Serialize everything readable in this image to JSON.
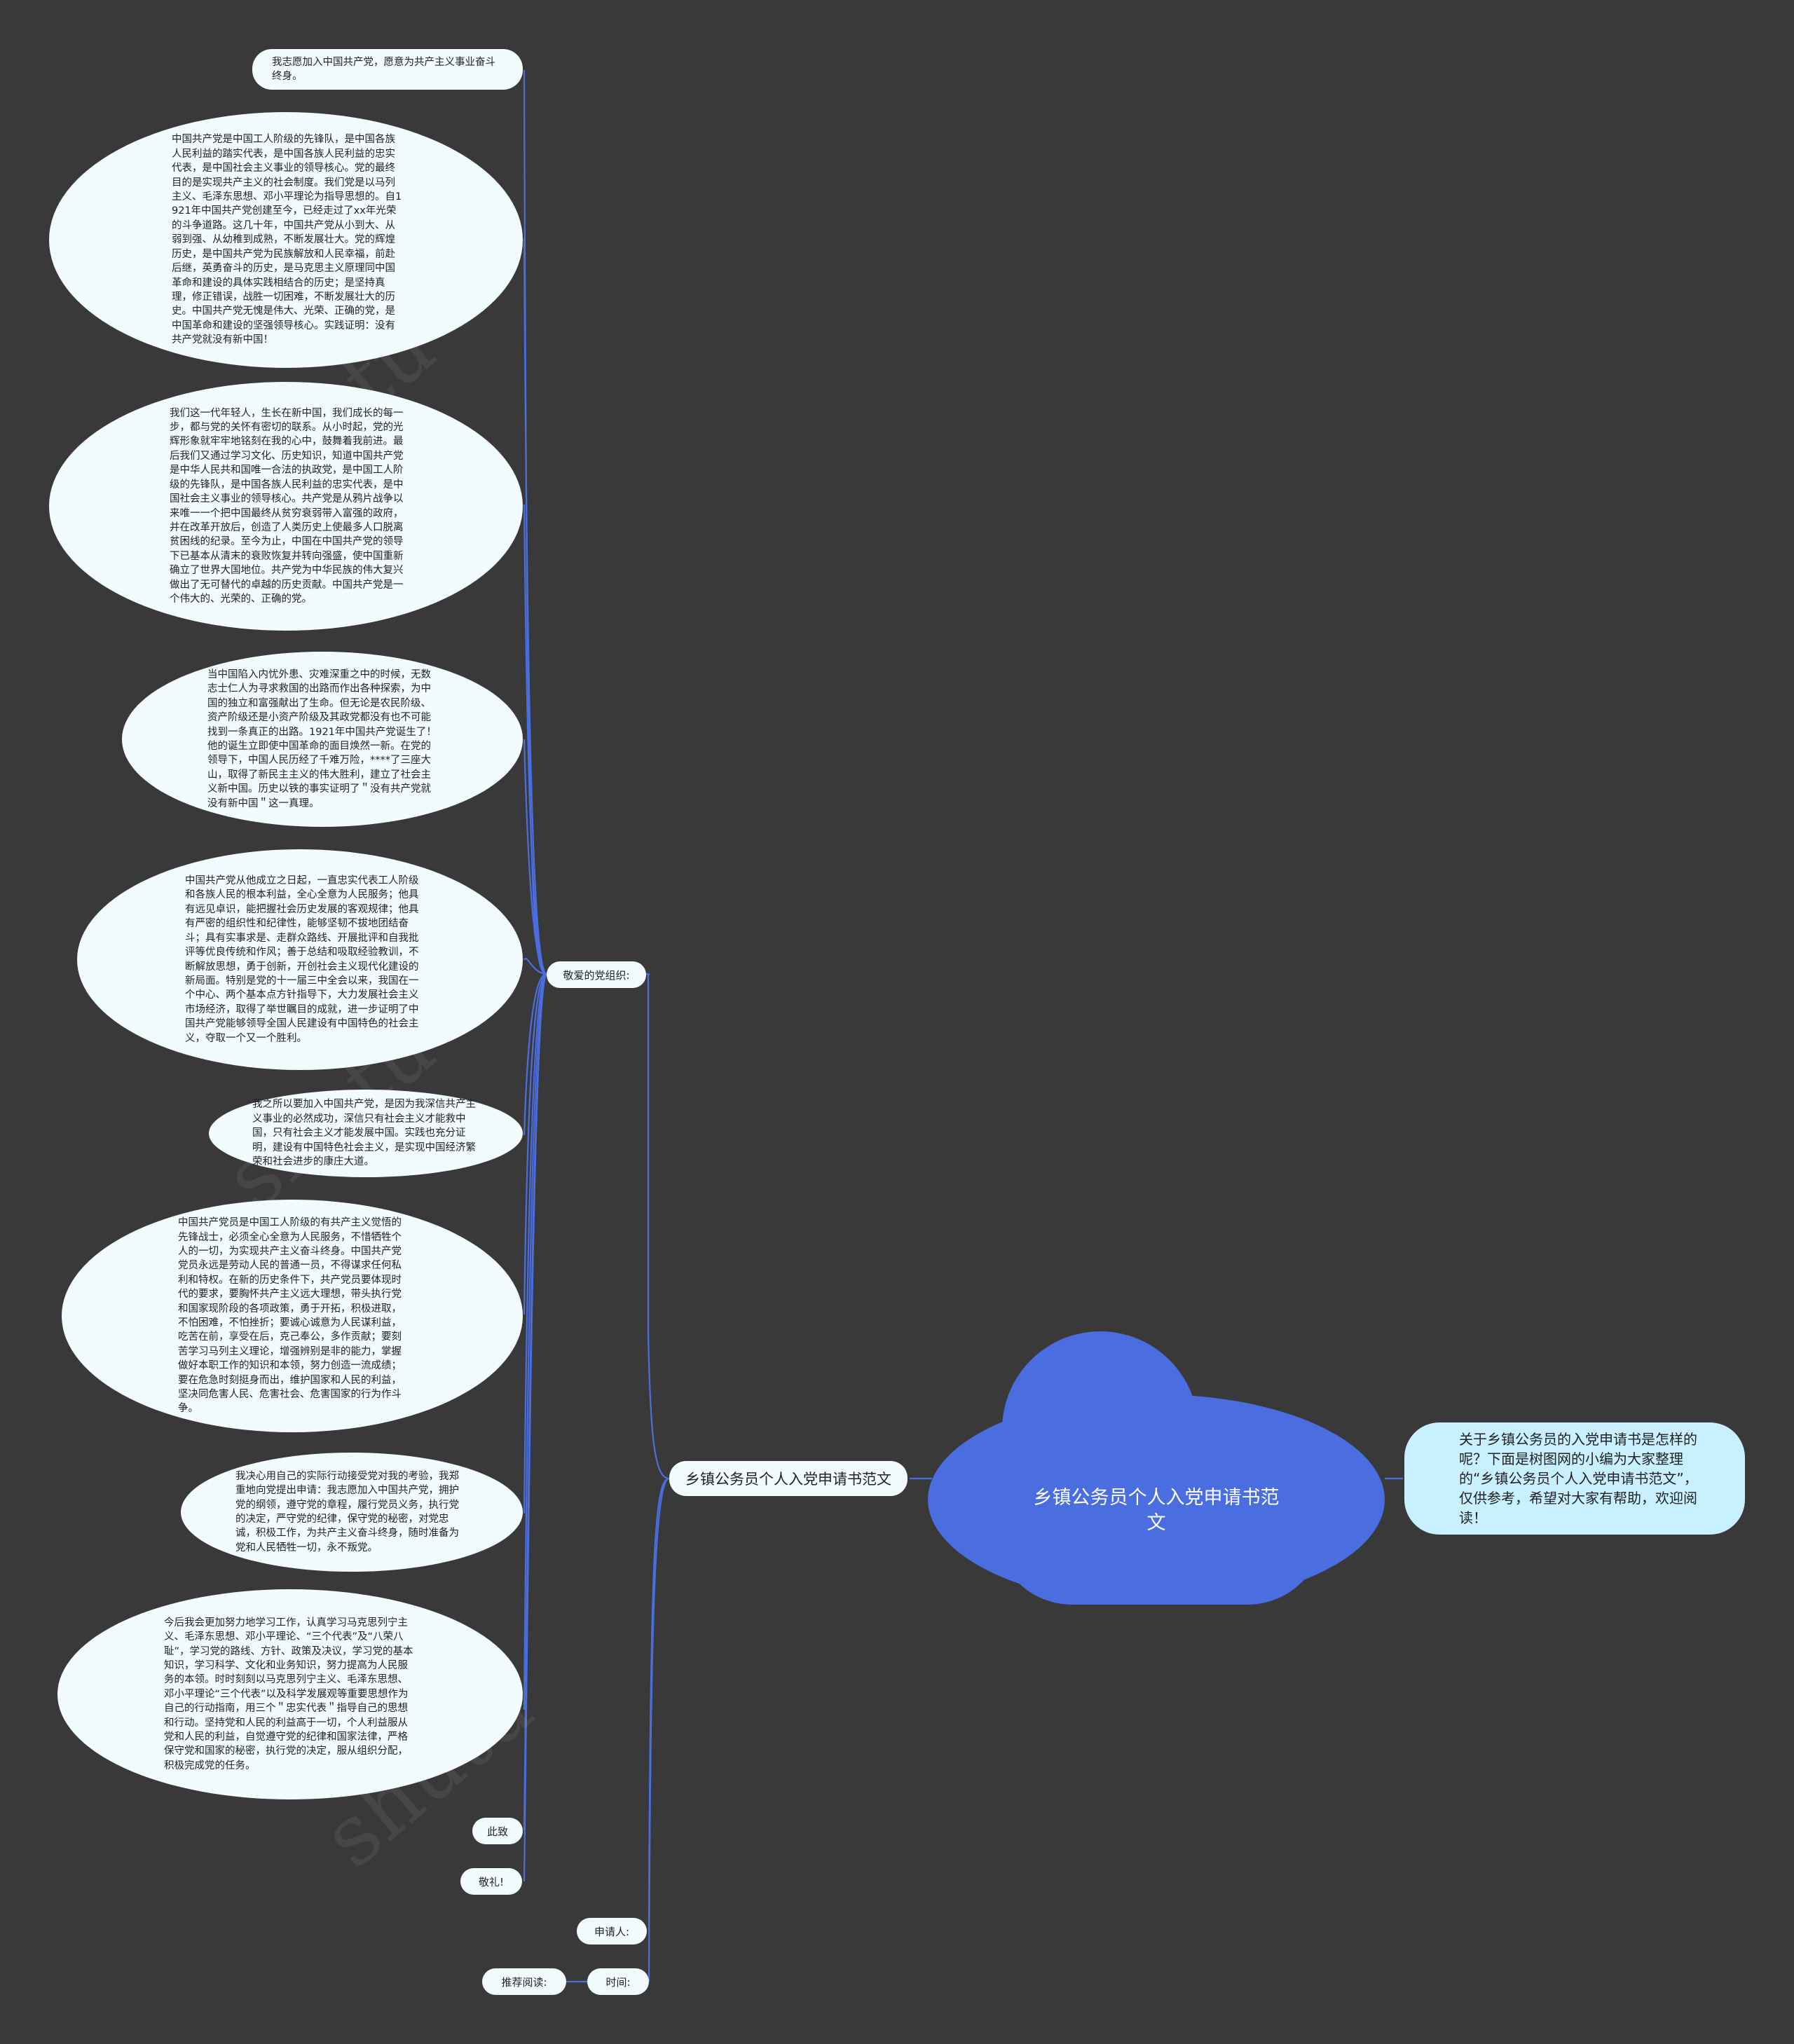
{
  "root": {
    "title": "乡镇公务员个人入党申请书范文",
    "color": "#4a6ee0"
  },
  "description": "关于乡镇公务员的入党申请书是怎样的呢？下面是树图网的小编为大家整理的“乡镇公务员个人入党申请书范文”，仅供参考，希望对大家有帮助，欢迎阅读！",
  "branch": {
    "label": "乡镇公务员个人入党申请书范文"
  },
  "sub_nodes": {
    "greeting": "敬爱的党组织:",
    "applicant": "申请人:",
    "time": "时间:",
    "recommend": "推荐阅读:"
  },
  "closing": {
    "ci_zhi": "此致",
    "jing_li": "敬礼!"
  },
  "paragraphs": [
    "我志愿加入中国共产党，愿意为共产主义事业奋斗终身。",
    "中国共产党是中国工人阶级的先锋队，是中国各族人民利益的踏实代表，是中国各族人民利益的忠实代表，是中国社会主义事业的领导核心。党的最终目的是实现共产主义的社会制度。我们党是以马列主义、毛泽东思想、邓小平理论为指导思想的。自1921年中国共产党创建至今，已经走过了xx年光荣的斗争道路。这几十年，中国共产党从小到大、从弱到强、从幼稚到成熟，不断发展壮大。党的辉煌历史，是中国共产党为民族解放和人民幸福，前赴后继，英勇奋斗的历史，是马克思主义原理同中国革命和建设的具体实践相结合的历史；是坚持真理，修正错误，战胜一切困难，不断发展壮大的历史。中国共产党无愧是伟大、光荣、正确的党，是中国革命和建设的坚强领导核心。实践证明：没有共产党就没有新中国！",
    "我们这一代年轻人，生长在新中国，我们成长的每一步，都与党的关怀有密切的联系。从小时起，党的光辉形象就牢牢地铭刻在我的心中，鼓舞着我前进。最后我们又通过学习文化、历史知识，知道中国共产党是中华人民共和国唯一合法的执政党，是中国工人阶级的先锋队，是中国各族人民利益的忠实代表，是中国社会主义事业的领导核心。共产党是从鸦片战争以来唯一一个把中国最终从贫穷衰弱带入富强的政府，并在改革开放后，创造了人类历史上使最多人口脱离贫困线的纪录。至今为止，中国在中国共产党的领导下已基本从清末的衰败恢复并转向强盛，使中国重新确立了世界大国地位。共产党为中华民族的伟大复兴做出了无可替代的卓越的历史贡献。中国共产党是一个伟大的、光荣的、正确的党。",
    "当中国陷入内忧外患、灾难深重之中的时候，无数志士仁人为寻求救国的出路而作出各种探索，为中国的独立和富强献出了生命。但无论是农民阶级、资产阶级还是小资产阶级及其政党都没有也不可能找到一条真正的出路。1921年中国共产党诞生了！他的诞生立即使中国革命的面目焕然一新。在党的领导下，中国人民历经了千难万险，****了三座大山，取得了新民主主义的伟大胜利，建立了社会主义新中国。历史以铁的事实证明了＂没有共产党就没有新中国＂这一真理。",
    "中国共产党从他成立之日起，一直忠实代表工人阶级和各族人民的根本利益，全心全意为人民服务；他具有远见卓识，能把握社会历史发展的客观规律；他具有严密的组织性和纪律性，能够坚韧不拔地团结奋斗；具有实事求是、走群众路线、开展批评和自我批评等优良传统和作风；善于总结和吸取经验教训，不断解放思想，勇于创新，开创社会主义现代化建设的新局面。特别是党的十一届三中全会以来，我国在一个中心、两个基本点方针指导下，大力发展社会主义市场经济，取得了举世瞩目的成就，进一步证明了中国共产党能够领导全国人民建设有中国特色的社会主义，夺取一个又一个胜利。",
    "我之所以要加入中国共产党，是因为我深信共产主义事业的必然成功，深信只有社会主义才能救中国，只有社会主义才能发展中国。实践也充分证明，建设有中国特色社会主义，是实现中国经济繁荣和社会进步的康庄大道。",
    "中国共产党员是中国工人阶级的有共产主义觉悟的先锋战士，必须全心全意为人民服务，不惜牺牲个人的一切，为实现共产主义奋斗终身。中国共产党党员永远是劳动人民的普通一员，不得谋求任何私利和特权。在新的历史条件下，共产党员要体现时代的要求，要胸怀共产主义远大理想，带头执行党和国家现阶段的各项政策，勇于开拓，积极进取，不怕困难，不怕挫折；要诚心诚意为人民谋利益，吃苦在前，享受在后，克己奉公，多作贡献；要刻苦学习马列主义理论，增强辨别是非的能力，掌握做好本职工作的知识和本领，努力创造一流成绩；要在危急时刻挺身而出，维护国家和人民的利益，坚决同危害人民、危害社会、危害国家的行为作斗争。",
    "我决心用自己的实际行动接受党对我的考验，我郑重地向党提出申请：我志愿加入中国共产党，拥护党的纲领，遵守党的章程，履行党员义务，执行党的决定，严守党的纪律，保守党的秘密，对党忠诚，积极工作，为共产主义奋斗终身，随时准备为党和人民牺牲一切，永不叛党。",
    "今后我会更加努力地学习工作，认真学习马克思列宁主义、毛泽东思想、邓小平理论、“三个代表”及“八荣八耻”，学习党的路线、方针、政策及决议，学习党的基本知识，学习科学、文化和业务知识，努力提高为人民服务的本领。时时刻刻以马克思列宁主义、毛泽东思想、邓小平理论“三个代表”以及科学发展观等重要思想作为自己的行动指南，用三个＂忠实代表＂指导自己的思想和行动。坚持党和人民的利益高于一切，个人利益服从党和人民的利益，自觉遵守党的纪律和国家法律，严格保守党和国家的秘密，执行党的决定，服从组织分配，积极完成党的任务。"
  ],
  "colors": {
    "background": "#3a393a",
    "edge": "#4a6ee0",
    "node_fill": "#f2fcff",
    "desc_fill": "#c9f0ff"
  },
  "watermark": "shutu"
}
